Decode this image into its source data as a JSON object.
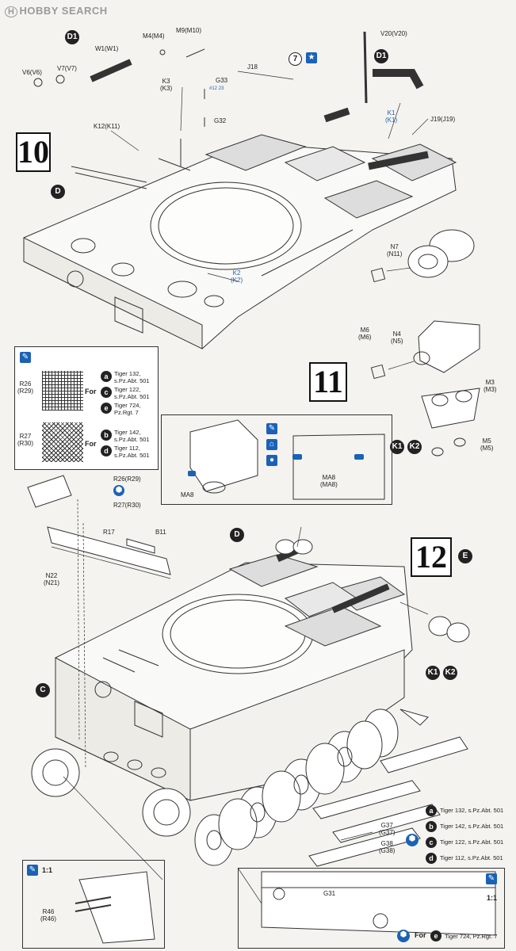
{
  "watermark": {
    "logo": "H",
    "text": "HOBBY SEARCH"
  },
  "steps": {
    "s10": "10",
    "s11": "11",
    "s12": "12"
  },
  "badges": {
    "D1": "D1",
    "D": "D",
    "C": "C",
    "E": "E",
    "K1": "K1",
    "K2": "K2",
    "seven": "7"
  },
  "step10": {
    "labels": {
      "D1_badge": "D1",
      "W1": "W1(W1)",
      "M4": "M4(M4)",
      "M9": "M9(M10)",
      "V7": "V7(V7)",
      "V6": "V6(V6)",
      "J18": "J18",
      "V20": "V20(V20)",
      "K3": "K3\n(K3)",
      "G33": "G33",
      "G32": "G32",
      "K1": "K1\n(K1)",
      "J19": "J19(J19)",
      "K12": "K12(K11)",
      "K2": "K2\n(K2)",
      "G33_note": "#12 23"
    }
  },
  "step11": {
    "labels": {
      "N7": "N7\n(N11)",
      "M6": "M6\n(M6)",
      "N4": "N4\n(N5)",
      "M3": "M3\n(M3)",
      "M5": "M5\n(M5)"
    }
  },
  "legend_box": {
    "r26": "R26\n(R29)",
    "r27": "R27\n(R30)",
    "for": "For",
    "group1": [
      {
        "key": "a",
        "text": "Tiger 132,\ns.Pz.Abt. 501"
      },
      {
        "key": "c",
        "text": "Tiger 122,\ns.Pz.Abt. 501"
      },
      {
        "key": "e",
        "text": "Tiger 724,\nPz.Rgt. 7"
      }
    ],
    "group2": [
      {
        "key": "b",
        "text": "Tiger 142,\ns.Pz.Abt. 501"
      },
      {
        "key": "d",
        "text": "Tiger 112,\ns.Pz.Abt. 501"
      }
    ]
  },
  "ma8_box": {
    "ma8_left": "MA8",
    "ma8_right": "MA8\n(MA8)"
  },
  "step12": {
    "labels": {
      "R26": "R26(R29)",
      "R27": "R27(R30)",
      "R17": "R17",
      "B11": "B11",
      "N22": "N22\n(N21)",
      "G37": "G37\n(G37)",
      "G38": "G38\n(G38)"
    },
    "legend": [
      {
        "key": "a",
        "text": "Tiger 132, s.Pz.Abt. 501"
      },
      {
        "key": "b",
        "text": "Tiger 142, s.Pz.Abt. 501"
      },
      {
        "key": "c",
        "text": "Tiger 122, s.Pz.Abt. 501"
      },
      {
        "key": "d",
        "text": "Tiger 112, s.Pz.Abt. 501"
      }
    ]
  },
  "detail_left": {
    "scale": "1:1",
    "r46": "R46\n(R46)"
  },
  "detail_right": {
    "scale": "1:1",
    "g31": "G31",
    "for": "For",
    "e_key": "e",
    "e_text": "Tiger 724, Pz.Rgt. 7"
  }
}
